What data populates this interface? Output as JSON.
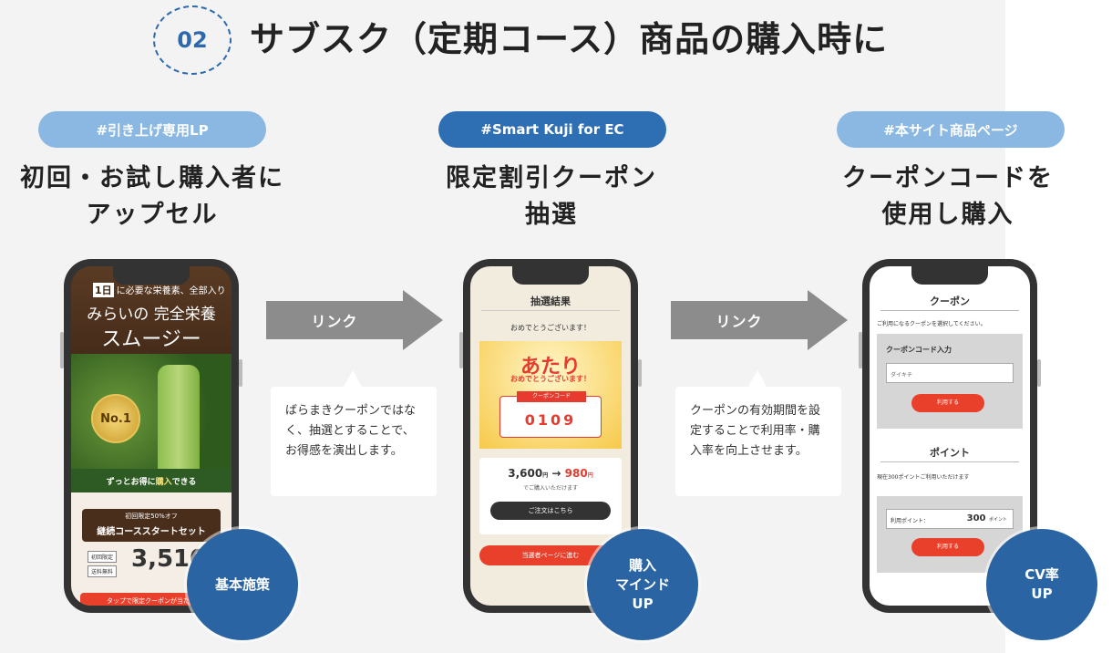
{
  "header": {
    "number": "02",
    "title": "サブスク（定期コース）商品の購入時に"
  },
  "columns": [
    {
      "tag": "#引き上げ専用LP",
      "title_line1": "初回・お試し購入者に",
      "title_line2": "アップセル",
      "result": "基本施策"
    },
    {
      "tag": "#Smart Kuji for EC",
      "title_line1": "限定割引クーポン",
      "title_line2": "抽選",
      "result_lines": [
        "購入",
        "マインド",
        "UP"
      ]
    },
    {
      "tag": "#本サイト商品ページ",
      "title_line1": "クーポンコードを",
      "title_line2": "使用し購入",
      "result_lines": [
        "CV率",
        "UP"
      ]
    }
  ],
  "arrows": [
    {
      "label": "リンク",
      "note": "ばらまきクーポンではなく、抽選とすることで、お得感を演出します。"
    },
    {
      "label": "リンク",
      "note": "クーポンの有効期間を設定することで利用率・購入率を向上させます。"
    }
  ],
  "phone1": {
    "brand_badge": "1日",
    "brand_text": "に必要な栄養素、全部入り",
    "headline1": "みらいの 完全栄養",
    "headline2": "スムージー",
    "medal": "No.1",
    "band_pre": "ずっとお得に",
    "band_strong": "購入",
    "band_post": "できる",
    "offer_small": "初回限定50%オフ",
    "offer_big": "継続コーススタートセット",
    "label1": "初回限定",
    "label2": "送料無料",
    "price": "3,510",
    "cta": "タップで限定クーポンが当たる"
  },
  "phone2": {
    "header": "抽選結果",
    "congrats": "おめでとうございます！",
    "atari": "あたり",
    "atari_sub": "おめでとうございます！",
    "coupon_label": "クーポンコード",
    "coupon_code": "0109",
    "price_before": "3,600",
    "price_unit": "円",
    "arrow": "→",
    "price_after": "980",
    "price_note": "でご購入いただけます",
    "order_button": "ご注文はこちら",
    "winner_button": "当選者ページに進む"
  },
  "phone3": {
    "header": "クーポン",
    "note": "ご利用になるクーポンを選択してください。",
    "input_label": "クーポンコード入力",
    "input_placeholder": "ダイキチ",
    "apply_button": "利用する",
    "points_header": "ポイント",
    "points_note": "現在300ポイントご利用いただけます",
    "points_label": "利用ポイント：",
    "points_value": "300",
    "points_unit": "ポイント",
    "points_button": "利用する"
  },
  "colors": {
    "accent_blue": "#2e6eb3",
    "light_blue": "#8ab8e2",
    "arrow_gray": "#8c8c8c",
    "red": "#e9402c"
  }
}
